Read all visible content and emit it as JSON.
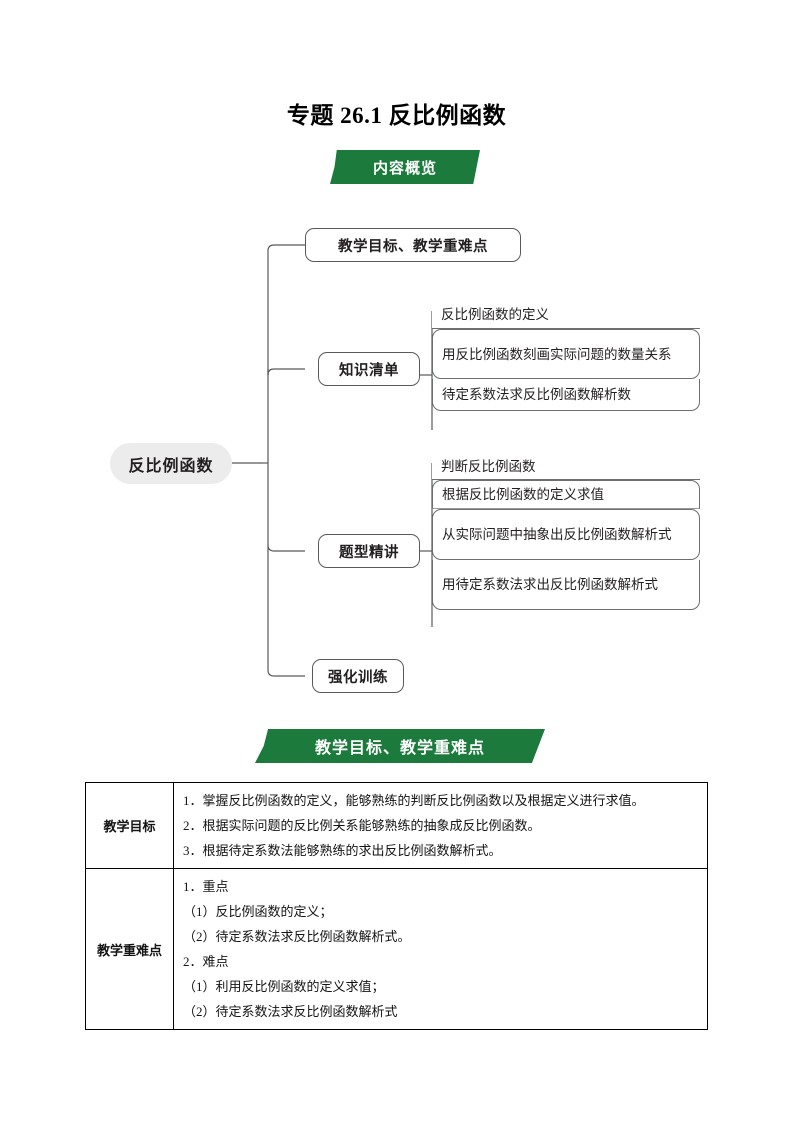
{
  "document": {
    "title": "专题 26.1  反比例函数"
  },
  "banners": {
    "overview": "内容概览",
    "objectives": "教学目标、教学重难点"
  },
  "colors": {
    "banner_green": "#1b7a3c",
    "center_node_fill": "#ececec",
    "node_border": "#58595b",
    "text": "#231f20"
  },
  "mindmap": {
    "root": "反比例函数",
    "branches": [
      {
        "label": "教学目标、教学重难点",
        "leaves": []
      },
      {
        "label": "知识清单",
        "leaves": [
          "反比例函数的定义",
          "用反比例函数刻画实际问题的数量关系",
          "待定系数法求反比例函数解析数"
        ]
      },
      {
        "label": "题型精讲",
        "leaves": [
          "判断反比例函数",
          "根据反比例函数的定义求值",
          "从实际问题中抽象出反比例函数解析式",
          "用待定系数法求出反比例函数解析式"
        ]
      },
      {
        "label": "强化训练",
        "leaves": []
      }
    ]
  },
  "table": {
    "rows": [
      {
        "head": "教学目标",
        "lines": [
          "1．掌握反比例函数的定义，能够熟练的判断反比例函数以及根据定义进行求值。",
          "2．根据实际问题的反比例关系能够熟练的抽象成反比例函数。",
          "3．根据待定系数法能够熟练的求出反比例函数解析式。"
        ]
      },
      {
        "head": "教学重难点",
        "lines": [
          "1．重点",
          "（1）反比例函数的定义；",
          "（2）待定系数法求反比例函数解析式。",
          "2．难点",
          "（1）利用反比例函数的定义求值；",
          "（2）待定系数法求反比例函数解析式"
        ]
      }
    ]
  }
}
